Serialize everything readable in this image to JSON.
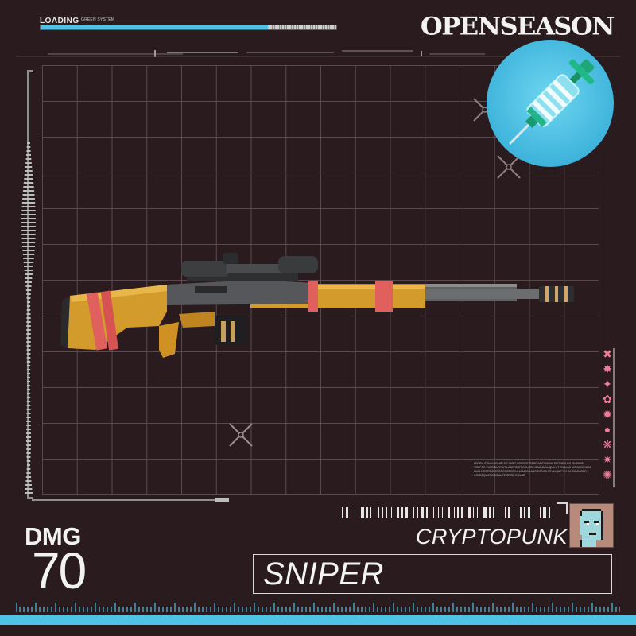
{
  "header": {
    "loading_label": "LOADING",
    "loading_sub": "GREEN SYSTEM",
    "loading_progress": 0.77,
    "brand": "OPENSEASON"
  },
  "weapon": {
    "name": "SNIPER",
    "stat_label": "DMG",
    "stat_value": "70",
    "collection": "CRYPTOPUNK"
  },
  "fine_print": "LOREM IPSUM DOLOR SIT AMET CONSECTETUR ADIPISCING ELIT SED DO EIUSMOD TEMPOR INCIDIDUNT UT LABORE ET DOLORE MAGNA ALIQUA UT ENIM AD MINIM VENIAM QUIS NOSTRUD EXERCITATION ULLAMCO LABORIS NISI UT ALIQUIP EX EA COMMODO CONSEQUAT DUIS AUTE IRURE DOLOR",
  "colors": {
    "accent": "#4fc3e6",
    "background": "#2a1c1e",
    "icon_pink": "#ef7d9a"
  },
  "side_icons": [
    "cross-flower-icon",
    "burst-icon",
    "sparkle-icon",
    "gear-flower-icon",
    "cog-icon",
    "dot-icon",
    "snowflake-icon",
    "chevron-star-icon",
    "splat-icon"
  ]
}
